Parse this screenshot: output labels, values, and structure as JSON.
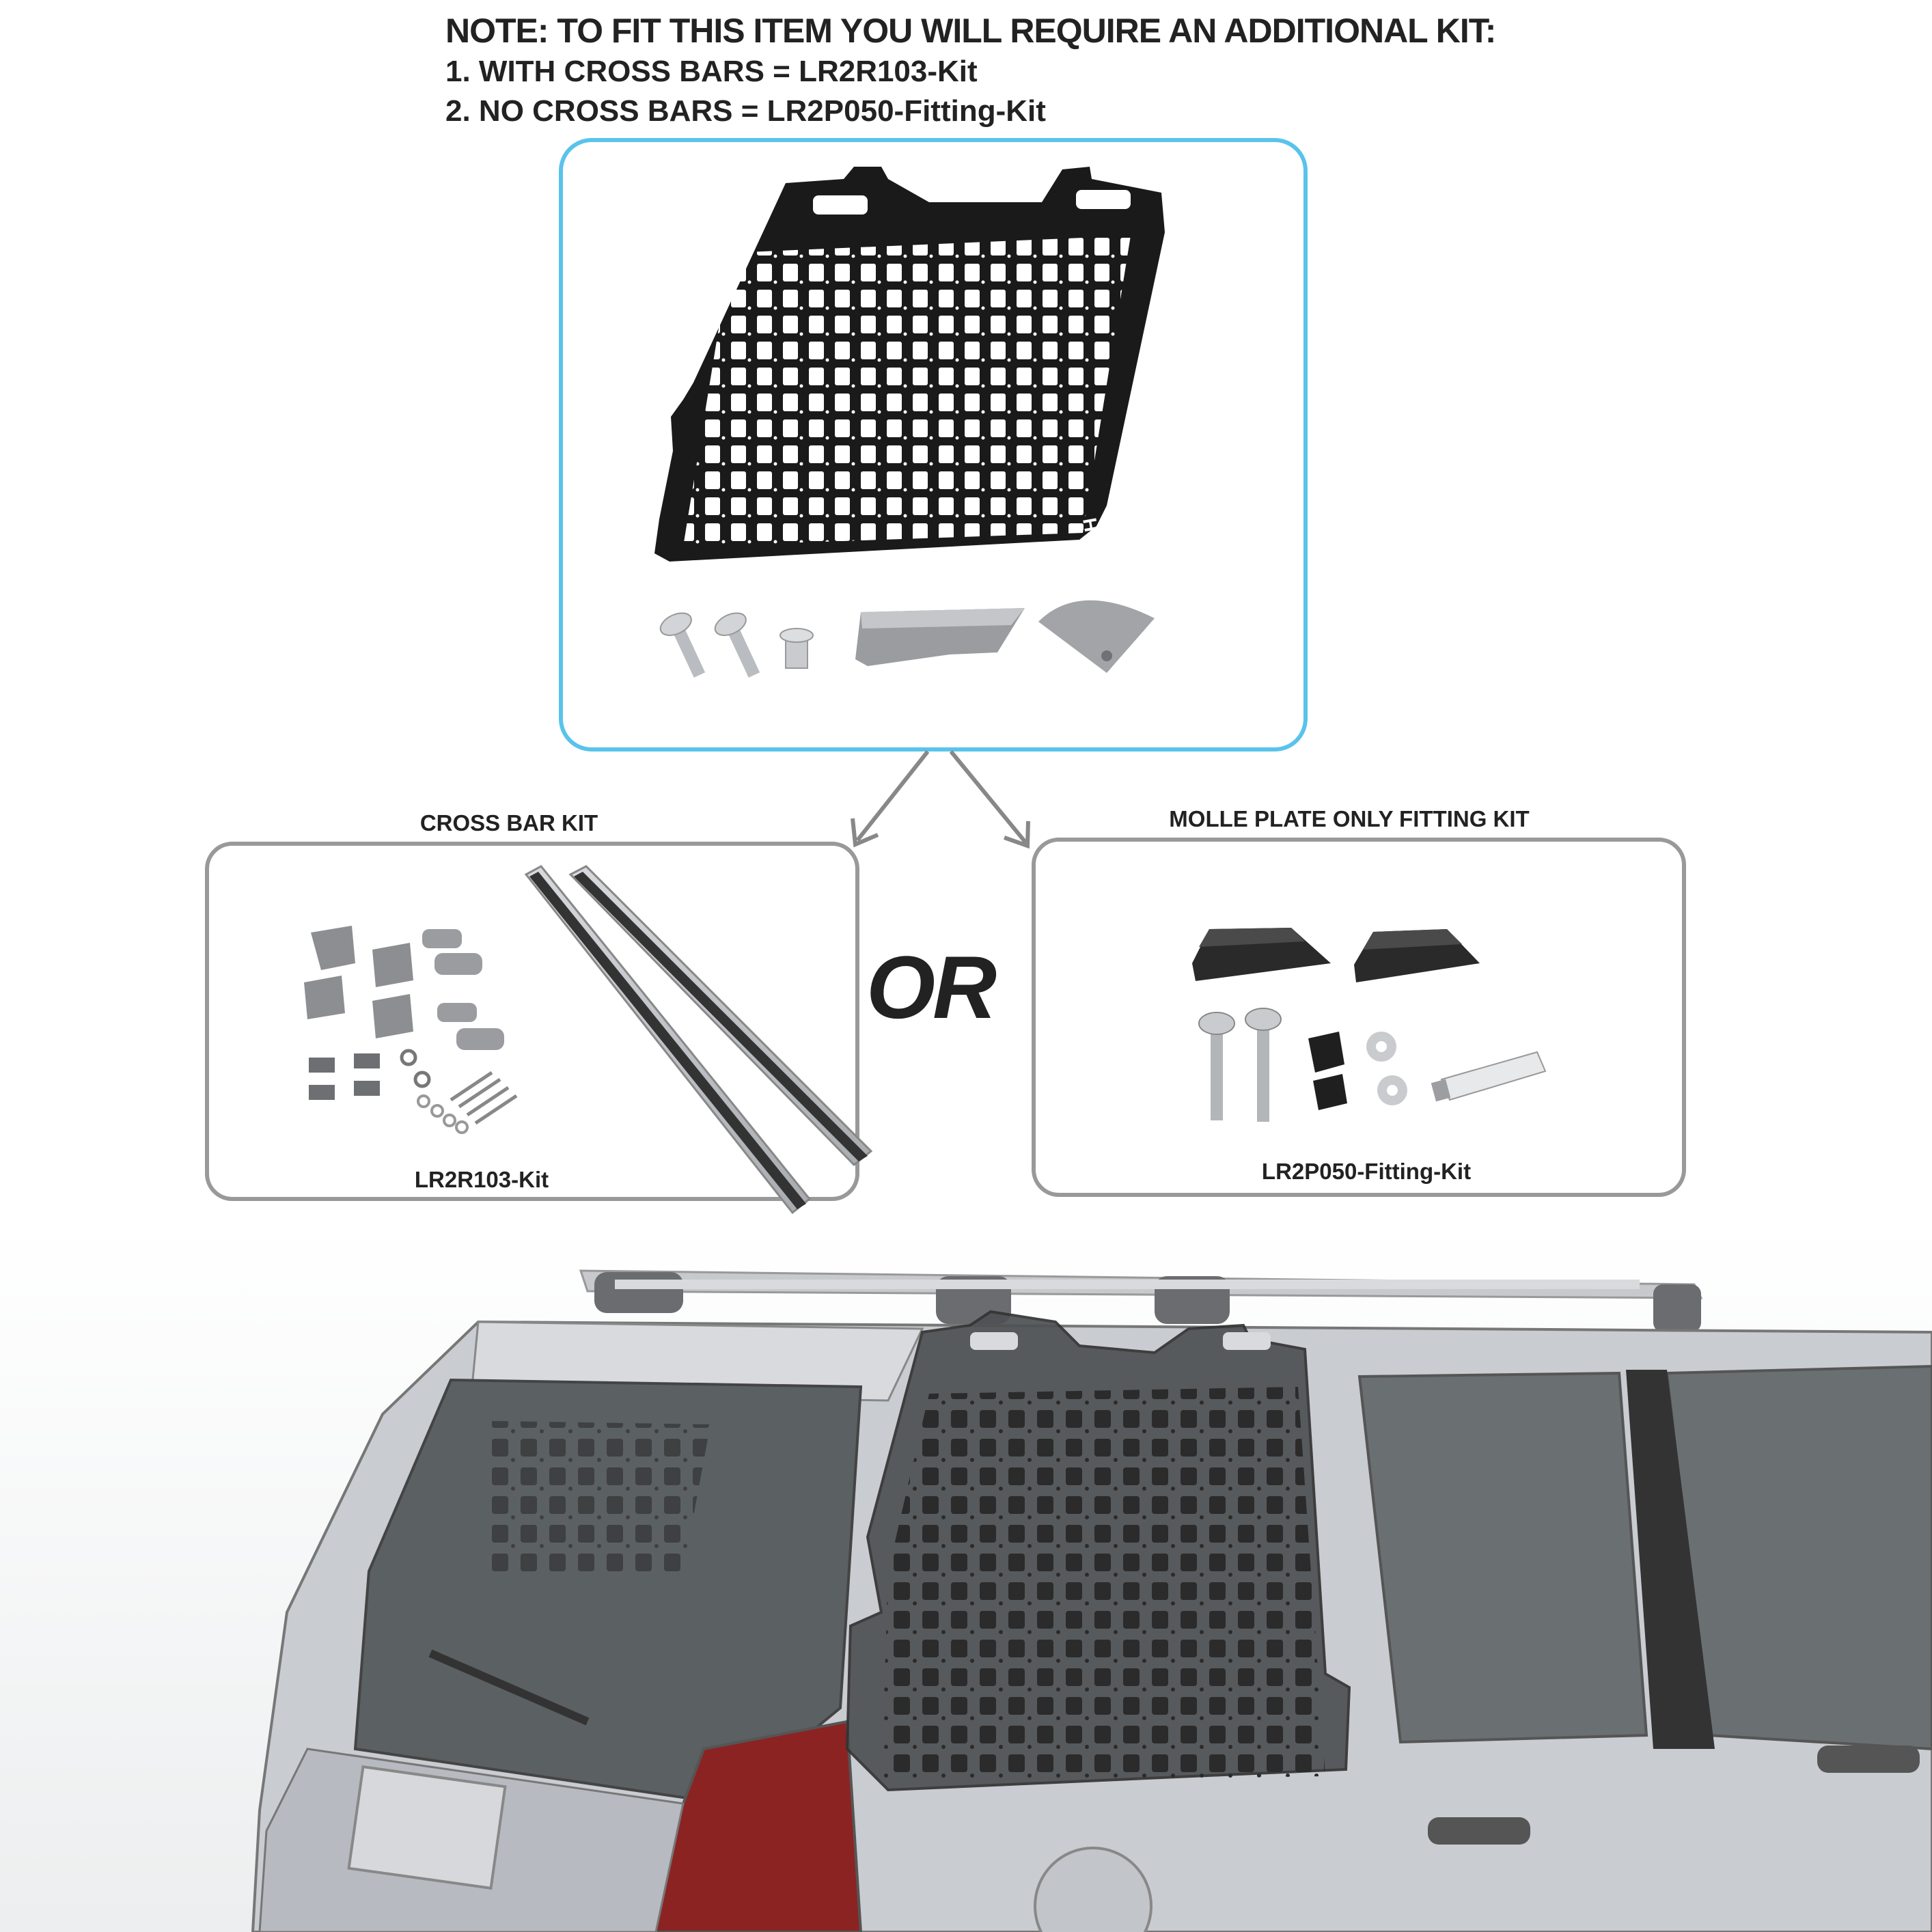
{
  "note": {
    "line1": "NOTE: TO FIT THIS ITEM YOU WILL REQUIRE AN ADDITIONAL KIT:",
    "line2": "1. WITH CROSS BARS = LR2R103-Kit",
    "line3": "2. NO CROSS BARS = LR2P050-Fitting-Kit"
  },
  "plate": {
    "logo": "HSX"
  },
  "left_kit": {
    "title": "CROSS BAR KIT",
    "label": "LR2R103-Kit"
  },
  "right_kit": {
    "title": "MOLLE PLATE ONLY FITTING KIT",
    "label": "LR2P050-Fitting-Kit"
  },
  "or_text": "OR",
  "colors": {
    "accent": "#59c3ec",
    "box_border": "#999999",
    "plate": "#1a1a1a",
    "car": "#c9ccd0"
  }
}
